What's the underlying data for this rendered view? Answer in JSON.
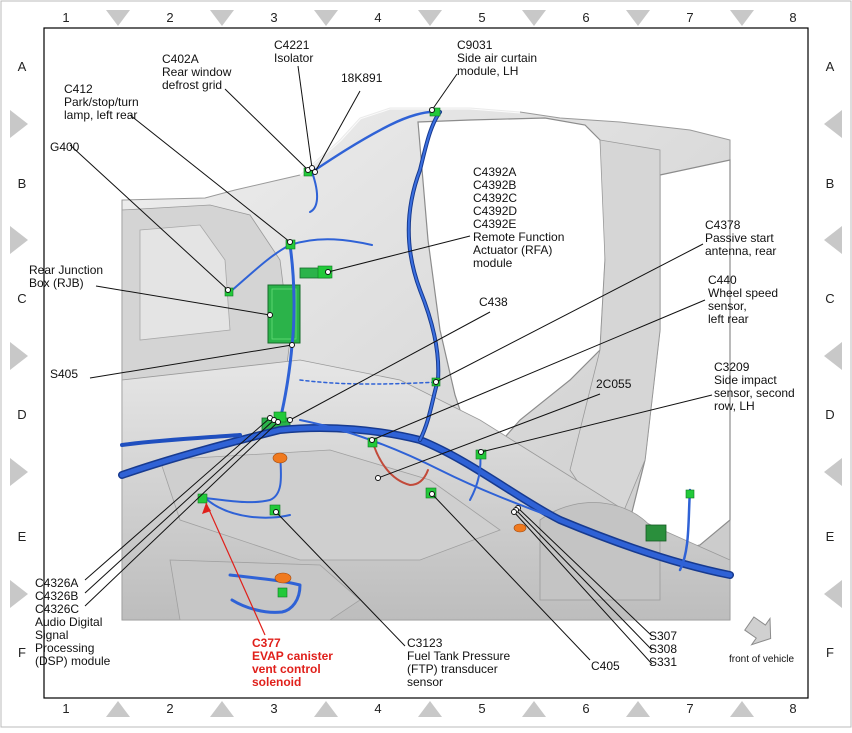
{
  "grid": {
    "columns": [
      "1",
      "2",
      "3",
      "4",
      "5",
      "6",
      "7",
      "8"
    ],
    "rows": [
      "A",
      "B",
      "C",
      "D",
      "E",
      "F"
    ]
  },
  "labels": {
    "c402a": [
      "C402A",
      "Rear window",
      "defrost grid"
    ],
    "c4221": [
      "C4221",
      "Isolator"
    ],
    "c9031": [
      "C9031",
      "Side air curtain",
      "module, LH"
    ],
    "k18891": [
      "18K891"
    ],
    "c412": [
      "C412",
      "Park/stop/turn",
      "lamp, left rear"
    ],
    "g400": [
      "G400"
    ],
    "c4392": [
      "C4392A",
      "C4392B",
      "C4392C",
      "C4392D",
      "C4392E",
      "Remote Function",
      "Actuator (RFA)",
      "module"
    ],
    "rjb": [
      "Rear Junction",
      "Box (RJB)"
    ],
    "c4378": [
      "C4378",
      "Passive start",
      "antenna, rear"
    ],
    "c438": [
      "C438"
    ],
    "c440": [
      "C440",
      "Wheel speed",
      "sensor,",
      "left rear"
    ],
    "s405": [
      "S405"
    ],
    "c2c055": [
      "2C055"
    ],
    "c3209": [
      "C3209",
      "Side impact",
      "sensor, second",
      "row, LH"
    ],
    "c4326": [
      "C4326A",
      "C4326B",
      "C4326C",
      "Audio Digital",
      "Signal",
      "Processing",
      "(DSP) module"
    ],
    "c377": [
      "C377",
      "EVAP canister",
      "vent control",
      "solenoid"
    ],
    "c3123": [
      "C3123",
      "Fuel Tank Pressure",
      "(FTP) transducer",
      "sensor"
    ],
    "c405": [
      "C405"
    ],
    "s307": [
      "S307",
      "S308",
      "S331"
    ],
    "front": [
      "front of vehicle"
    ]
  },
  "colors": {
    "harness": "#1f4fbf",
    "connector": "#22c93a",
    "highlight_text": "#e0201b",
    "body_panel": "#d9d9d9",
    "grid_marker": "#c8c8c8"
  }
}
